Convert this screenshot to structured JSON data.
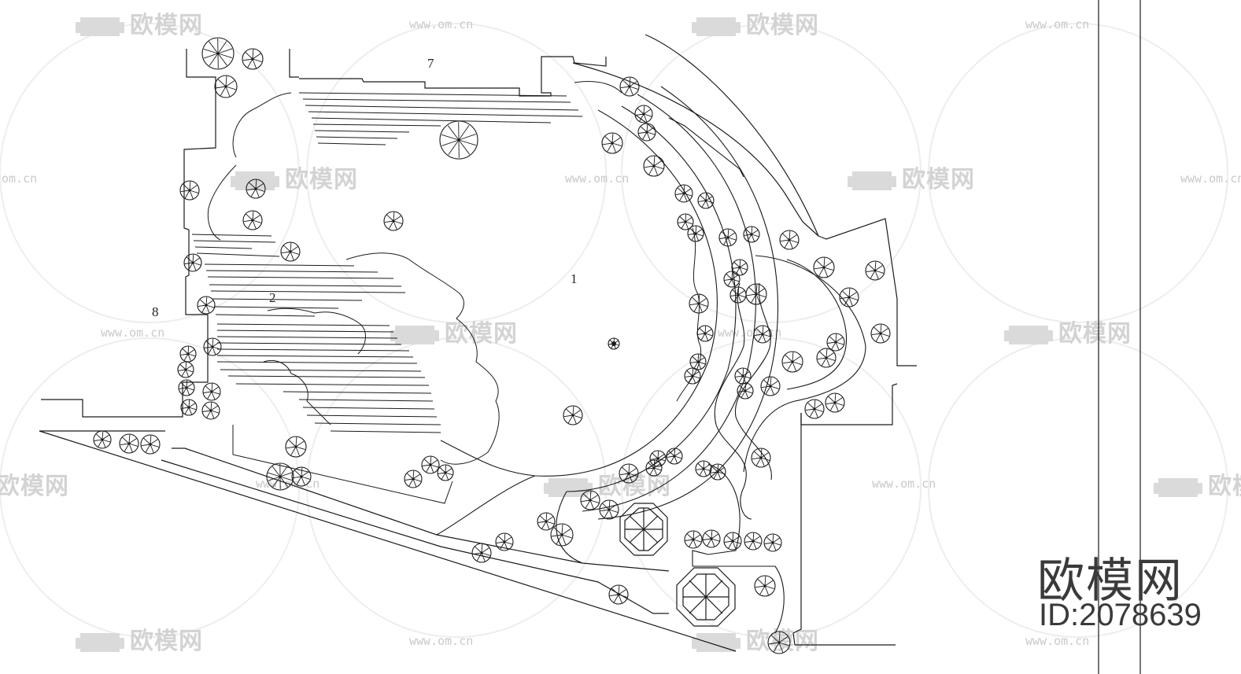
{
  "plan": {
    "labels": {
      "area_1": "1",
      "area_2": "2",
      "area_7": "7",
      "area_8": "8"
    }
  },
  "watermark": {
    "brand": "欧模网",
    "url": "www.om.cn",
    "partial_url": "om.cn"
  },
  "branding": {
    "site_name": "欧模网",
    "model_id": "ID:2078639"
  },
  "colors": {
    "line": "#1a1a1a",
    "watermark": "#cfcfcf",
    "brand": "#3a3a3a"
  }
}
